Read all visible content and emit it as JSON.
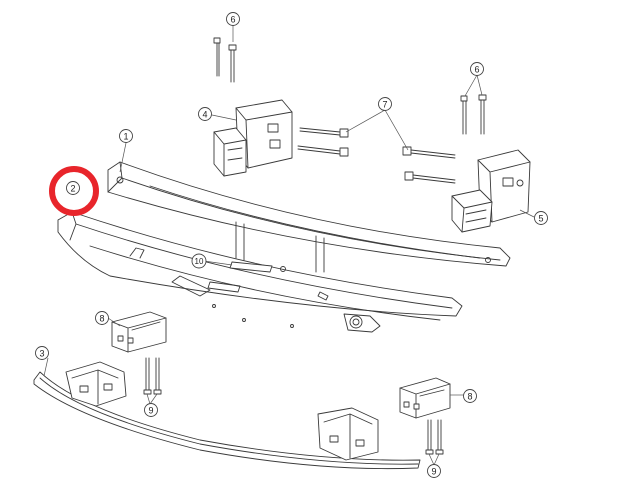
{
  "callouts": [
    {
      "label": "1"
    },
    {
      "label": "2"
    },
    {
      "label": "3"
    },
    {
      "label": "4"
    },
    {
      "label": "5"
    },
    {
      "label": "6"
    },
    {
      "label": "6"
    },
    {
      "label": "7"
    },
    {
      "label": "8"
    },
    {
      "label": "8"
    },
    {
      "label": "9"
    },
    {
      "label": "9"
    },
    {
      "label": "10"
    }
  ],
  "highlight": {
    "target_label": "2",
    "color": "#e8252b"
  },
  "colors": {
    "line": "#3a3a3a",
    "background": "#ffffff"
  }
}
